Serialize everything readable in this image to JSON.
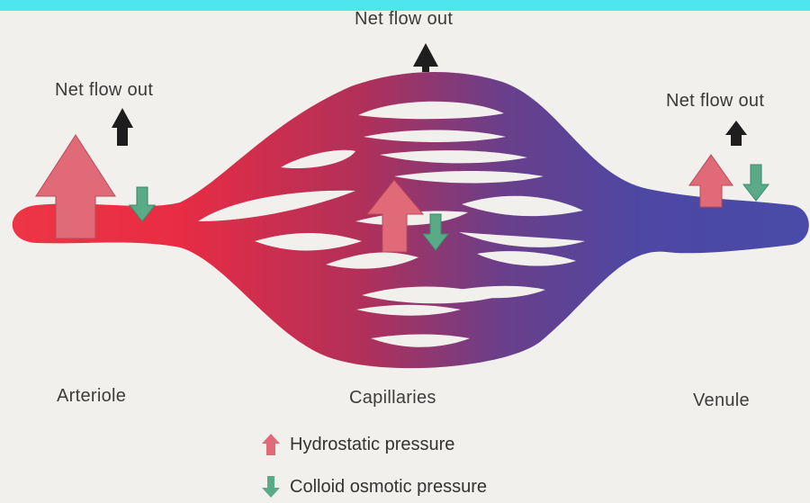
{
  "diagram": {
    "flow_labels": {
      "top": "Net flow out",
      "left": "Net flow out",
      "right": "Net flow out"
    },
    "regions": {
      "arteriole": "Arteriole",
      "capillaries": "Capillaries",
      "venule": "Venule"
    },
    "legend": {
      "hydrostatic": "Hydrostatic pressure",
      "colloid": "Colloid osmotic pressure"
    },
    "colors": {
      "arterial": "#e83040",
      "venous": "#4a4aa8",
      "hydrostatic_arrow": "#e06a78",
      "colloid_arrow": "#5aaa88",
      "net_flow_arrow": "#1e1e1e",
      "accent_bar": "#4ee6ee"
    }
  }
}
